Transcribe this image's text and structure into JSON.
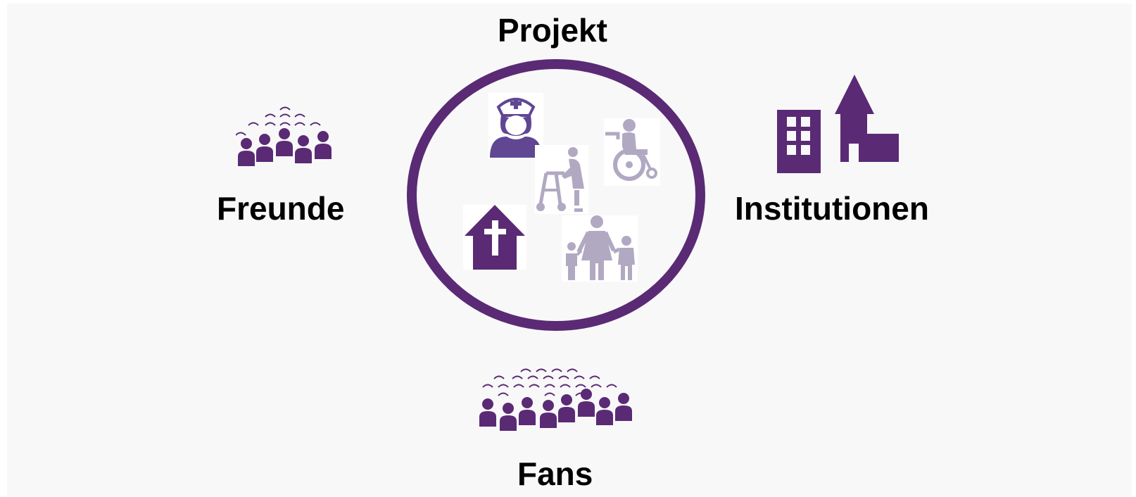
{
  "diagram": {
    "center_label": "Projekt",
    "left_label": "Freunde",
    "right_label": "Institutionen",
    "bottom_label": "Fans"
  },
  "colors": {
    "primary_purple": "#5a2a75",
    "light_purple": "#b1a9c2",
    "mid_purple": "#614694",
    "background": "#f8f8f8"
  },
  "icons": [
    "nurse-icon",
    "walker-person-icon",
    "wheelchair-icon",
    "church-icon",
    "family-icon",
    "crowd-icon",
    "buildings-icon"
  ]
}
